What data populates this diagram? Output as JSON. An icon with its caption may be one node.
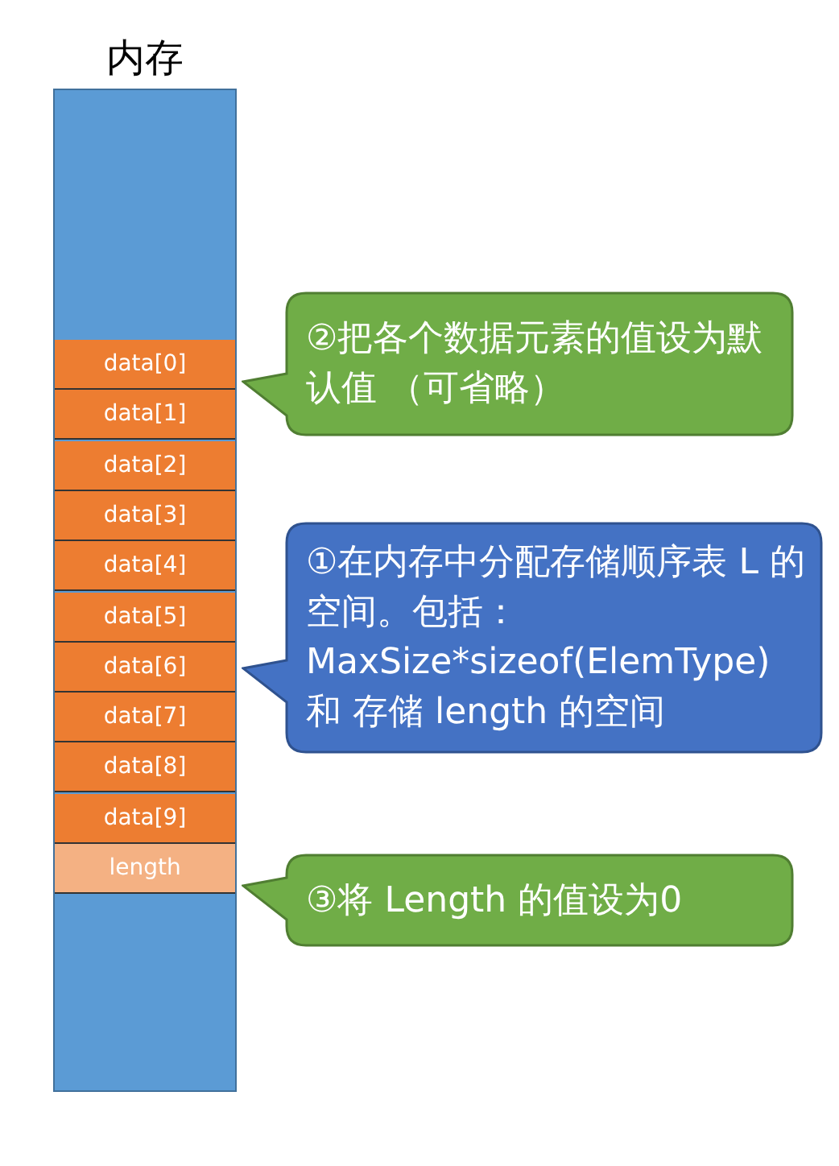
{
  "diagram": {
    "nodes": [
      {
        "text": [
          "内存"
        ]
      },
      {
        "text": [
          "data[0]"
        ],
        "in": 0
      },
      {
        "text": [
          "data[1]"
        ],
        "in": 0
      },
      {
        "text": [
          "data[2]"
        ],
        "in": 0
      },
      {
        "text": [
          "data[3]"
        ],
        "in": 0
      },
      {
        "text": [
          "data[4]"
        ],
        "in": 0
      },
      {
        "text": [
          "data[5]"
        ],
        "in": 0
      },
      {
        "text": [
          "data[6]"
        ],
        "in": 0
      },
      {
        "text": [
          "data[7]"
        ],
        "in": 0
      },
      {
        "text": [
          "data[8]"
        ],
        "in": 0
      },
      {
        "text": [
          "data[9]"
        ],
        "in": 0
      },
      {
        "text": [
          "length"
        ],
        "in": 0
      },
      {
        "text": [
          "②把各个数据元素的值设为默认值 （可省略）"
        ]
      },
      {
        "text": [
          "①在内存中分配存储顺序表 L 的空间。包括：MaxSize*sizeof(ElemType) 和 存储 length 的空间"
        ]
      },
      {
        "text": [
          "③将 Length 的值设为0"
        ]
      }
    ],
    "edges": []
  }
}
